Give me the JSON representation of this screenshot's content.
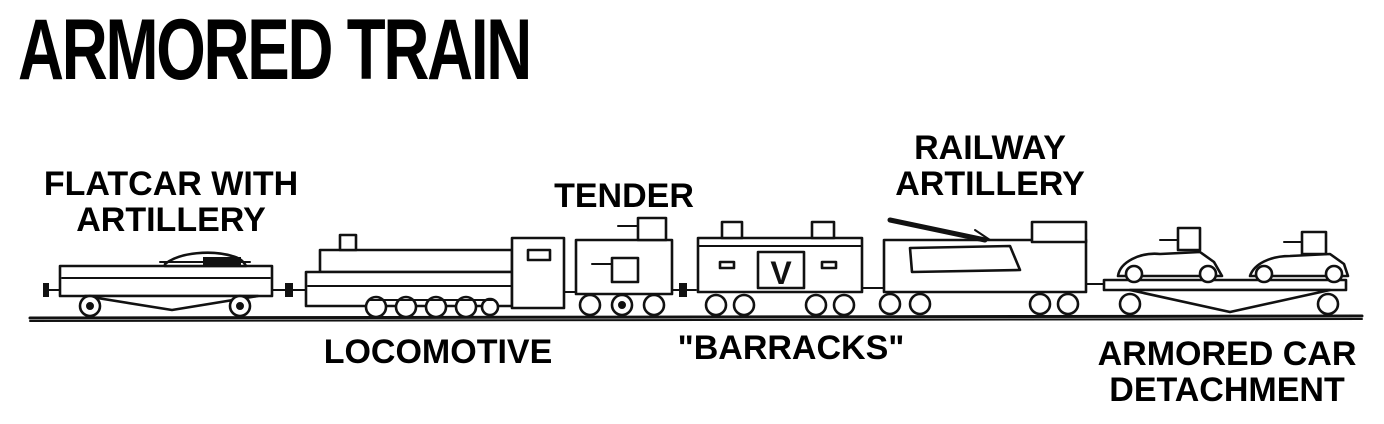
{
  "title": "ARMORED TRAIN",
  "labels": {
    "flatcar": [
      "FLATCAR WITH",
      "ARTILLERY"
    ],
    "locomotive": "LOCOMOTIVE",
    "tender": "TENDER",
    "barracks": "\"BARRACKS\"",
    "railway_artillery": [
      "RAILWAY",
      "ARTILLERY"
    ],
    "armored_car": [
      "ARMORED CAR",
      "DETACHMENT"
    ]
  },
  "barracks_emblem": "V"
}
